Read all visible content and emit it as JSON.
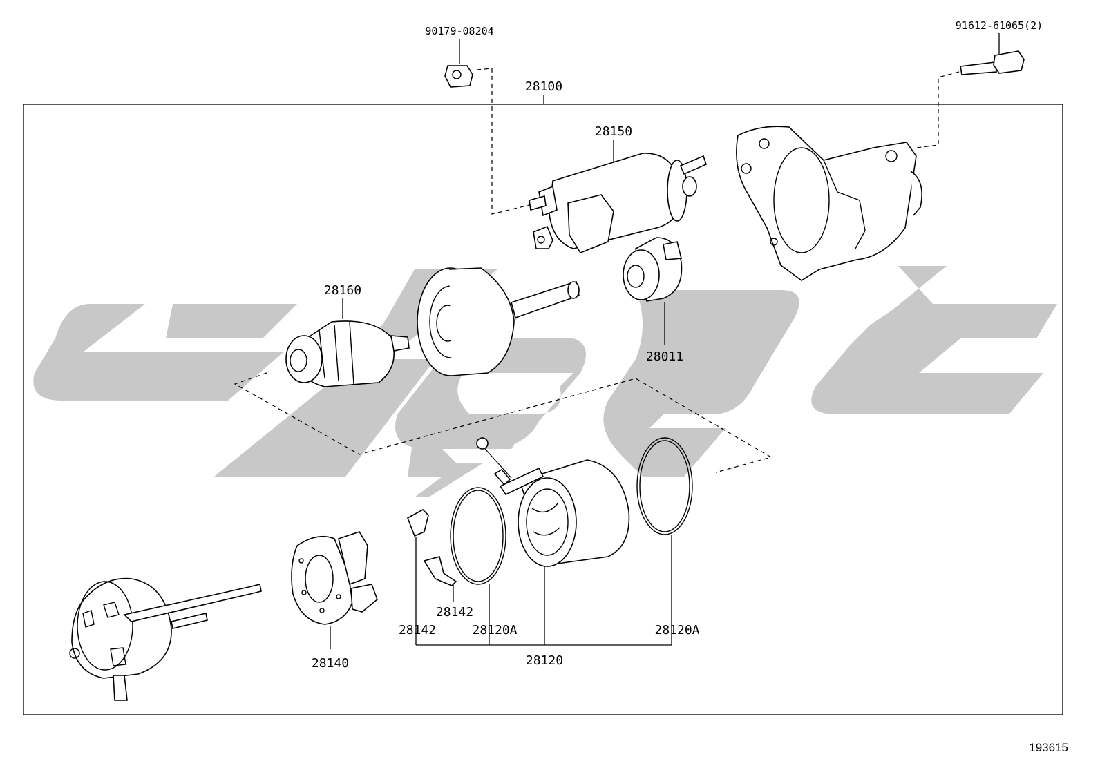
{
  "diagram": {
    "assembly_label": "28100",
    "reference_number": "193615",
    "watermark_color": "#c8c8c8",
    "parts": {
      "nut": "90179-08204",
      "bolt": "91612-61065(2)",
      "solenoid": "28150",
      "armature": "28160",
      "pinion_clutch": "28011",
      "brush_holder": "28140",
      "yoke": "28120",
      "clip_a": "28142",
      "clip_b": "28142",
      "o_ring_a": "28120A",
      "o_ring_b": "28120A"
    }
  }
}
